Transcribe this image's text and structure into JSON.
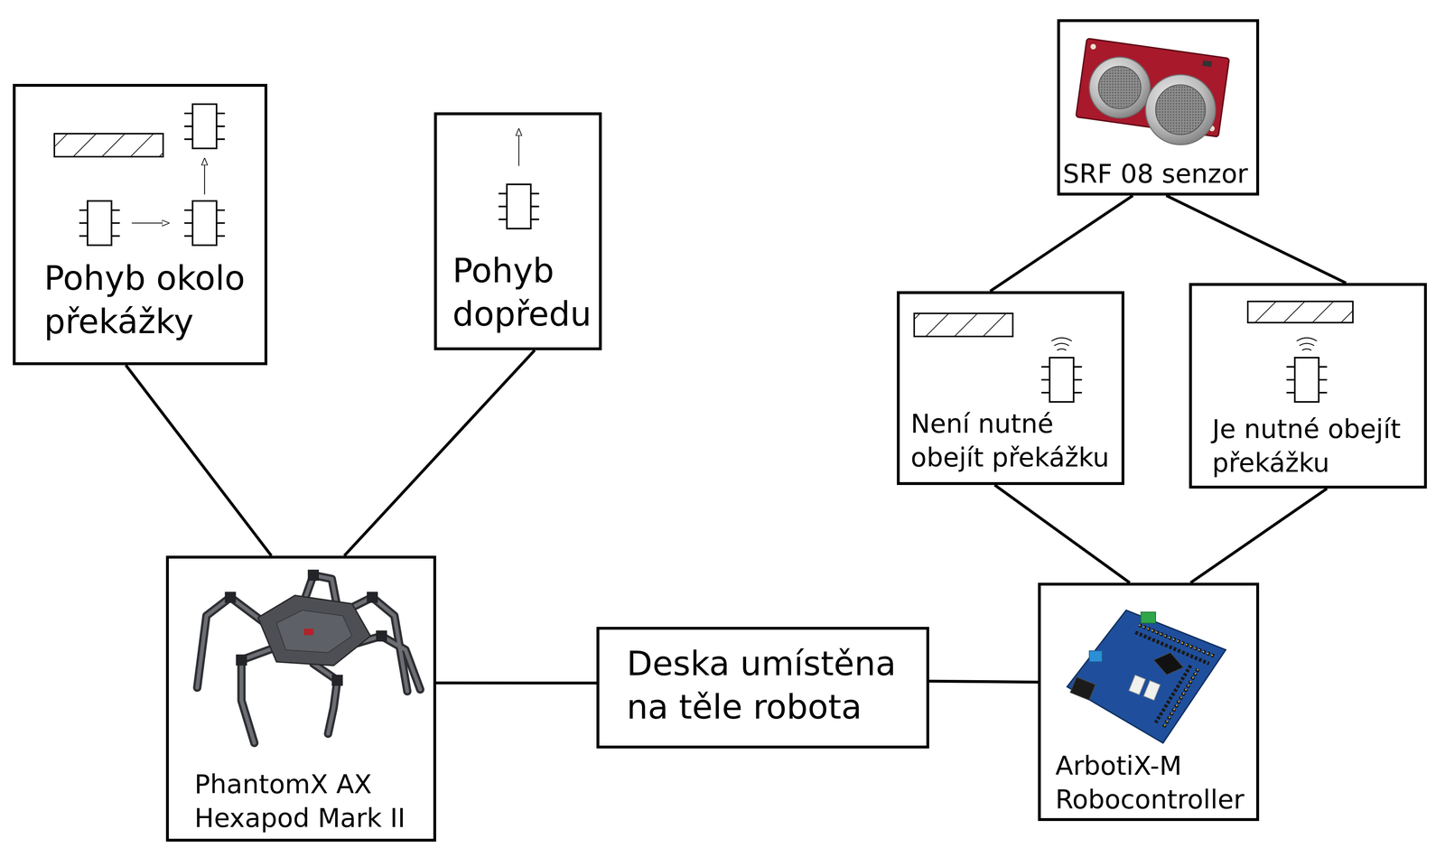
{
  "diagram": {
    "nodes": [
      {
        "text": [
          "Pohyb okolo překážky"
        ]
      },
      {
        "text": [
          "Pohyb dopředu"
        ]
      },
      {
        "text": [
          "SRF 08 senzor"
        ]
      },
      {
        "text": [
          "Není nutné obejít překážku"
        ]
      },
      {
        "text": [
          "Je nutné obejít překážku"
        ]
      },
      {
        "text": [
          "PhantomX AX Hexapod Mark II"
        ]
      },
      {
        "text": [
          "Deska umístěna na těle robota"
        ]
      },
      {
        "text": [
          "ArbotiX-M Robocontroller"
        ]
      }
    ],
    "edges": [
      {
        "from": 5,
        "to": 0,
        "arrow": "none"
      },
      {
        "from": 5,
        "to": 1,
        "arrow": "none"
      },
      {
        "from": 5,
        "to": 6,
        "arrow": "none"
      },
      {
        "from": 6,
        "to": 7,
        "arrow": "none"
      },
      {
        "from": 7,
        "to": 3,
        "arrow": "none"
      },
      {
        "from": 7,
        "to": 4,
        "arrow": "none"
      },
      {
        "from": 3,
        "to": 2,
        "arrow": "none"
      },
      {
        "from": 4,
        "to": 2,
        "arrow": "none"
      }
    ]
  }
}
